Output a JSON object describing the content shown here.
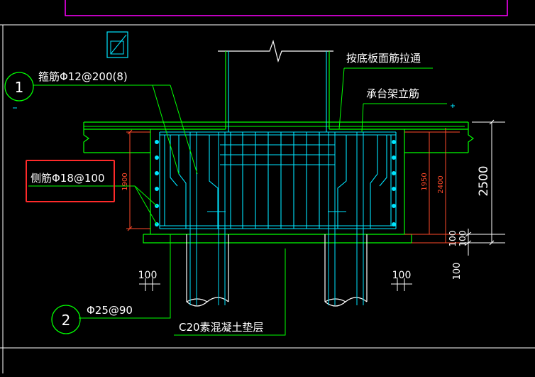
{
  "labels": {
    "stirrup": "箍筋Φ12@200(8)",
    "side_bar": "侧筋Φ18@100",
    "top_bar": "按底板面筋拉通",
    "frame_bar": "承台架立筋",
    "pile_bar": "Φ25@90",
    "cushion": "C20素混凝土垫层"
  },
  "callouts": {
    "one": "1",
    "two": "2"
  },
  "dimensions": {
    "left_1900": "1900",
    "r_1950": "1950",
    "r_2400": "2400",
    "r_2500": "2500",
    "r_100a": "100",
    "r_100b": "100",
    "r_100c": "100",
    "pile_left_100": "100",
    "pile_right_100": "100"
  },
  "colors": {
    "background": "#000000",
    "frame": "#ff00ff",
    "concrete": "#00ff00",
    "rebar": "#00e5ff",
    "leader": "#00ff00",
    "dimension_red": "#ff4a2a",
    "highlight_box": "#ff2a2a",
    "text": "#ffffff"
  }
}
